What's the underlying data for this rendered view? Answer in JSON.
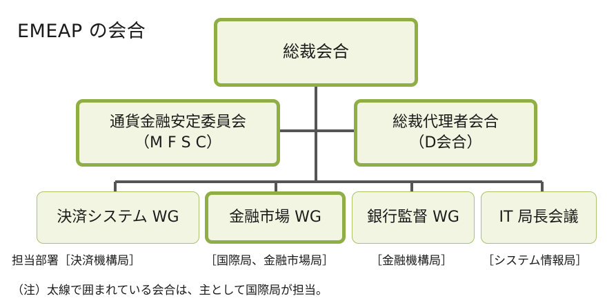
{
  "title": "EMEAP の会合",
  "nodes": {
    "governors": {
      "label": "総裁会合"
    },
    "mfsc": {
      "line1": "通貨金融安定委員会",
      "line2": "（M F S C）"
    },
    "deputies": {
      "line1": "総裁代理者会合",
      "line2": "（D会合）"
    },
    "wg_payment": {
      "label": "決済システム WG"
    },
    "wg_markets": {
      "label": "金融市場 WG"
    },
    "wg_banking": {
      "label": "銀行監督 WG"
    },
    "wg_it": {
      "label": "IT 局長会議"
    }
  },
  "departments": {
    "prefix": "担当部署",
    "payment": "［決済機構局］",
    "markets": "［国際局、金融市場局］",
    "banking": "［金融機構局］",
    "it": "［システム情報局］"
  },
  "note": "（注）太線で囲まれている会合は、主として国際局が担当。",
  "colors": {
    "box_fill": "#f1f5e2",
    "thick_border": "#8fae45",
    "thin_border": "#a8c36a",
    "connector": "#555555"
  }
}
